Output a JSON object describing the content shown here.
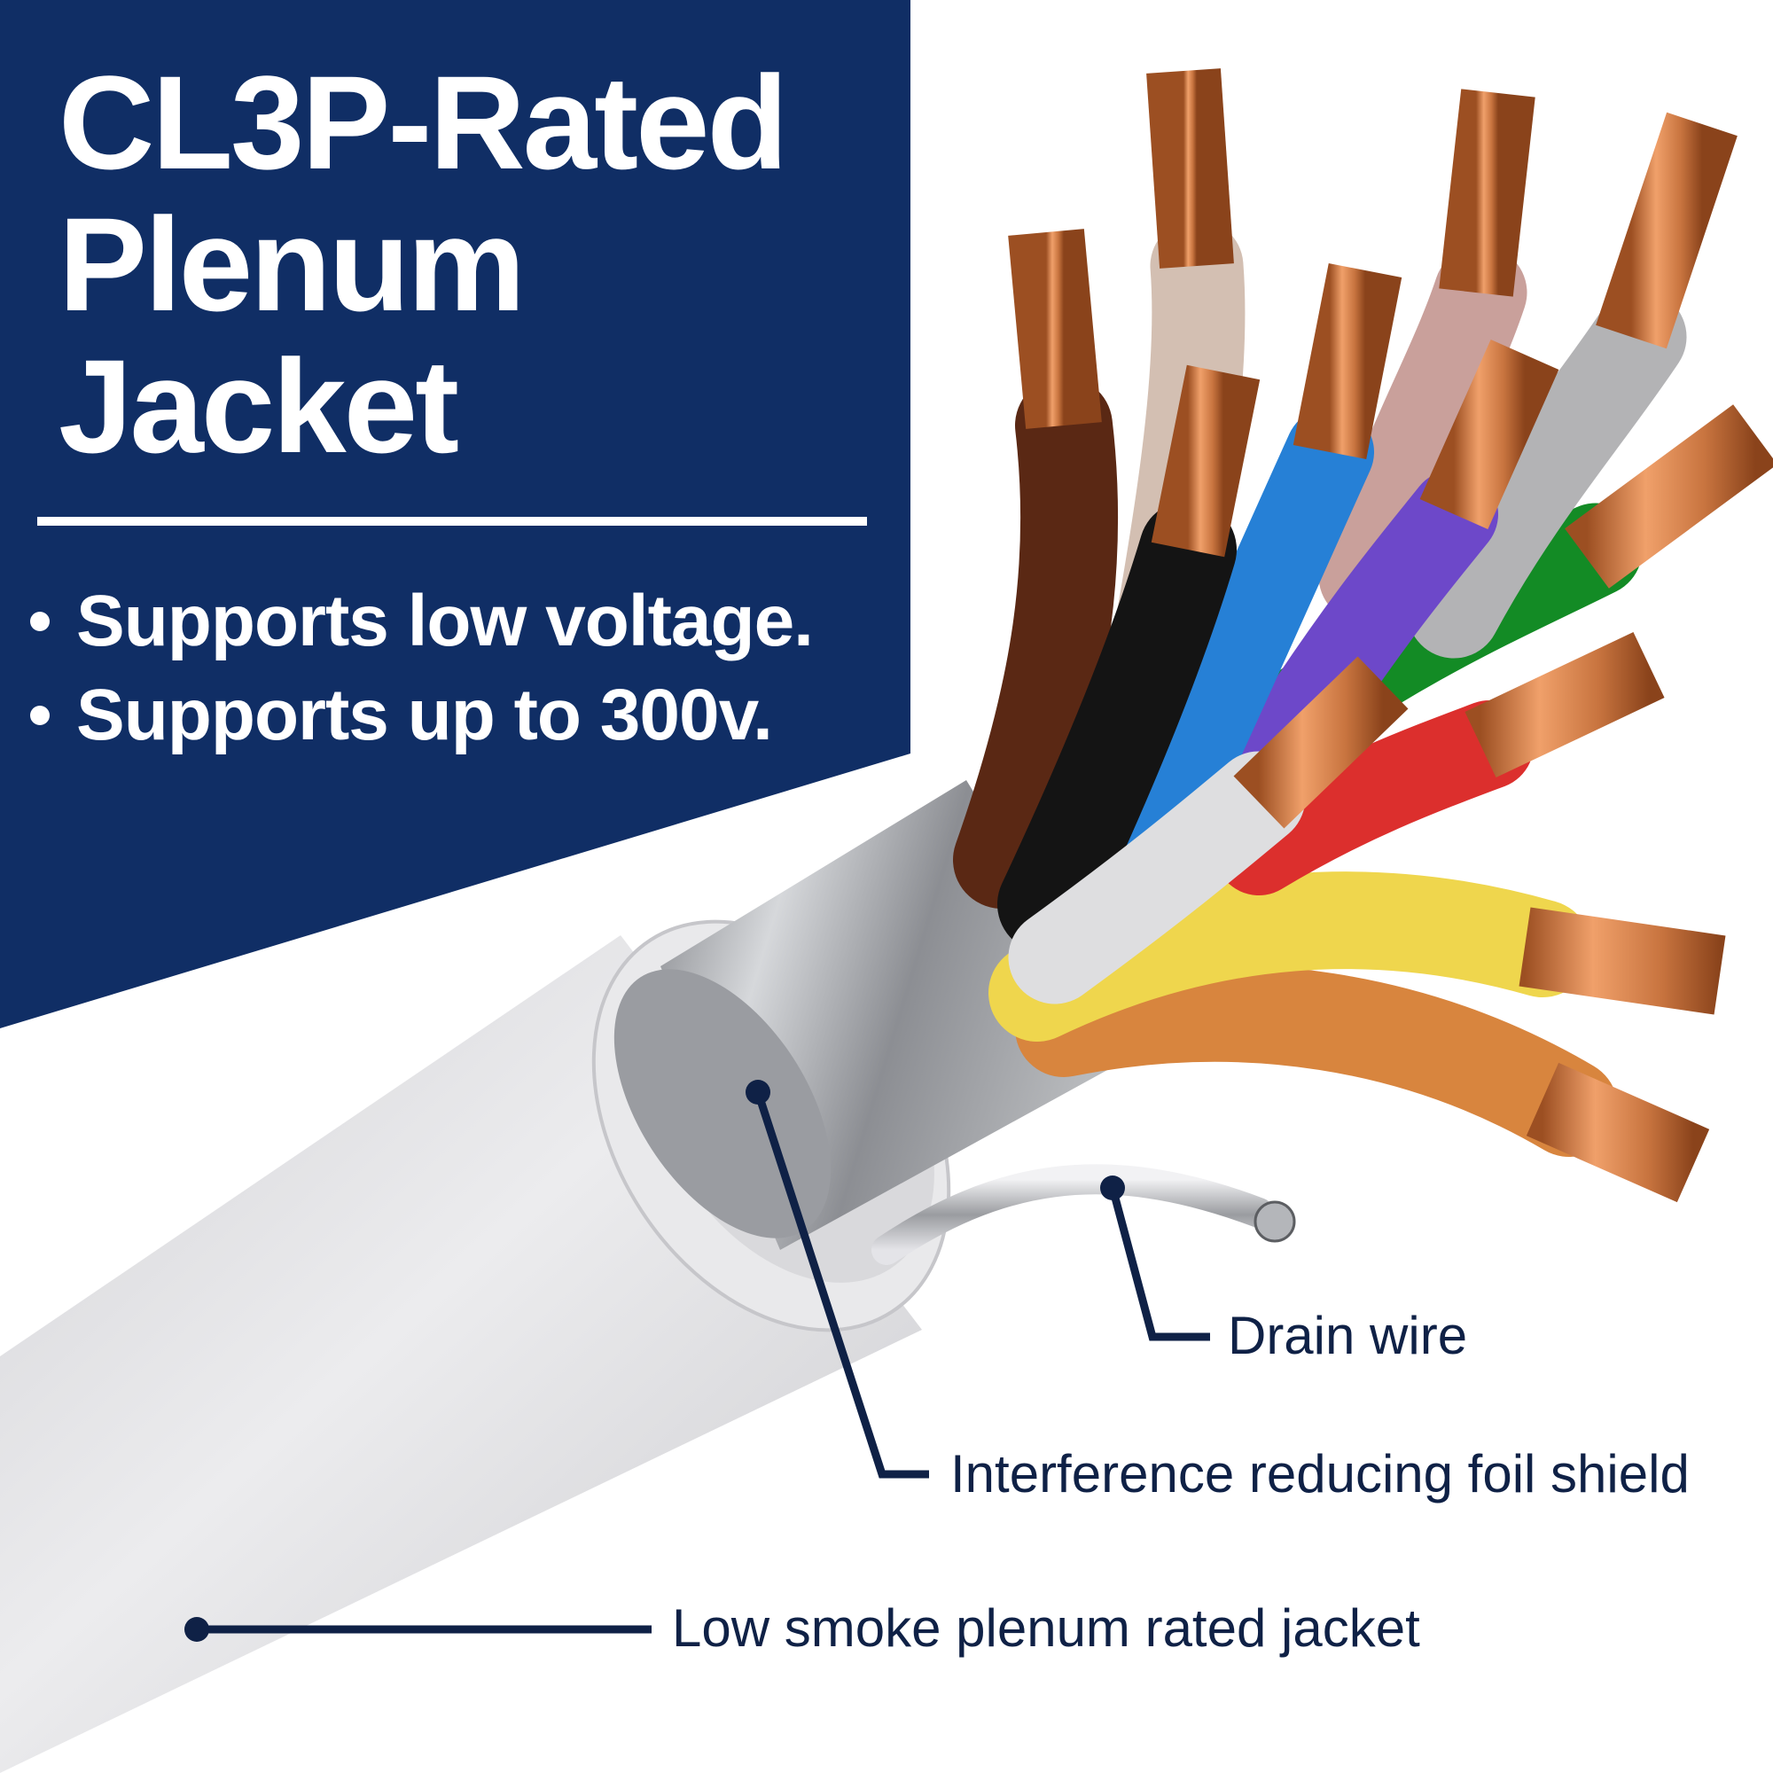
{
  "headline": {
    "line1": "CL3P-Rated",
    "line2": "Plenum",
    "line3": "Jacket"
  },
  "bullets": [
    "Supports low voltage.",
    "Supports up to 300v."
  ],
  "callouts": {
    "drain_wire": "Drain wire",
    "foil_shield": "Interference reducing foil shield",
    "jacket": "Low smoke plenum rated jacket"
  },
  "colors": {
    "navy": "#102e65",
    "jacket": "#e4e4e6",
    "copper": "#c8743f",
    "leader": "#0f2146"
  },
  "wire_colors": [
    "brown",
    "tan",
    "black",
    "blue",
    "pink",
    "violet",
    "gray",
    "green",
    "white",
    "red",
    "yellow",
    "orange"
  ]
}
